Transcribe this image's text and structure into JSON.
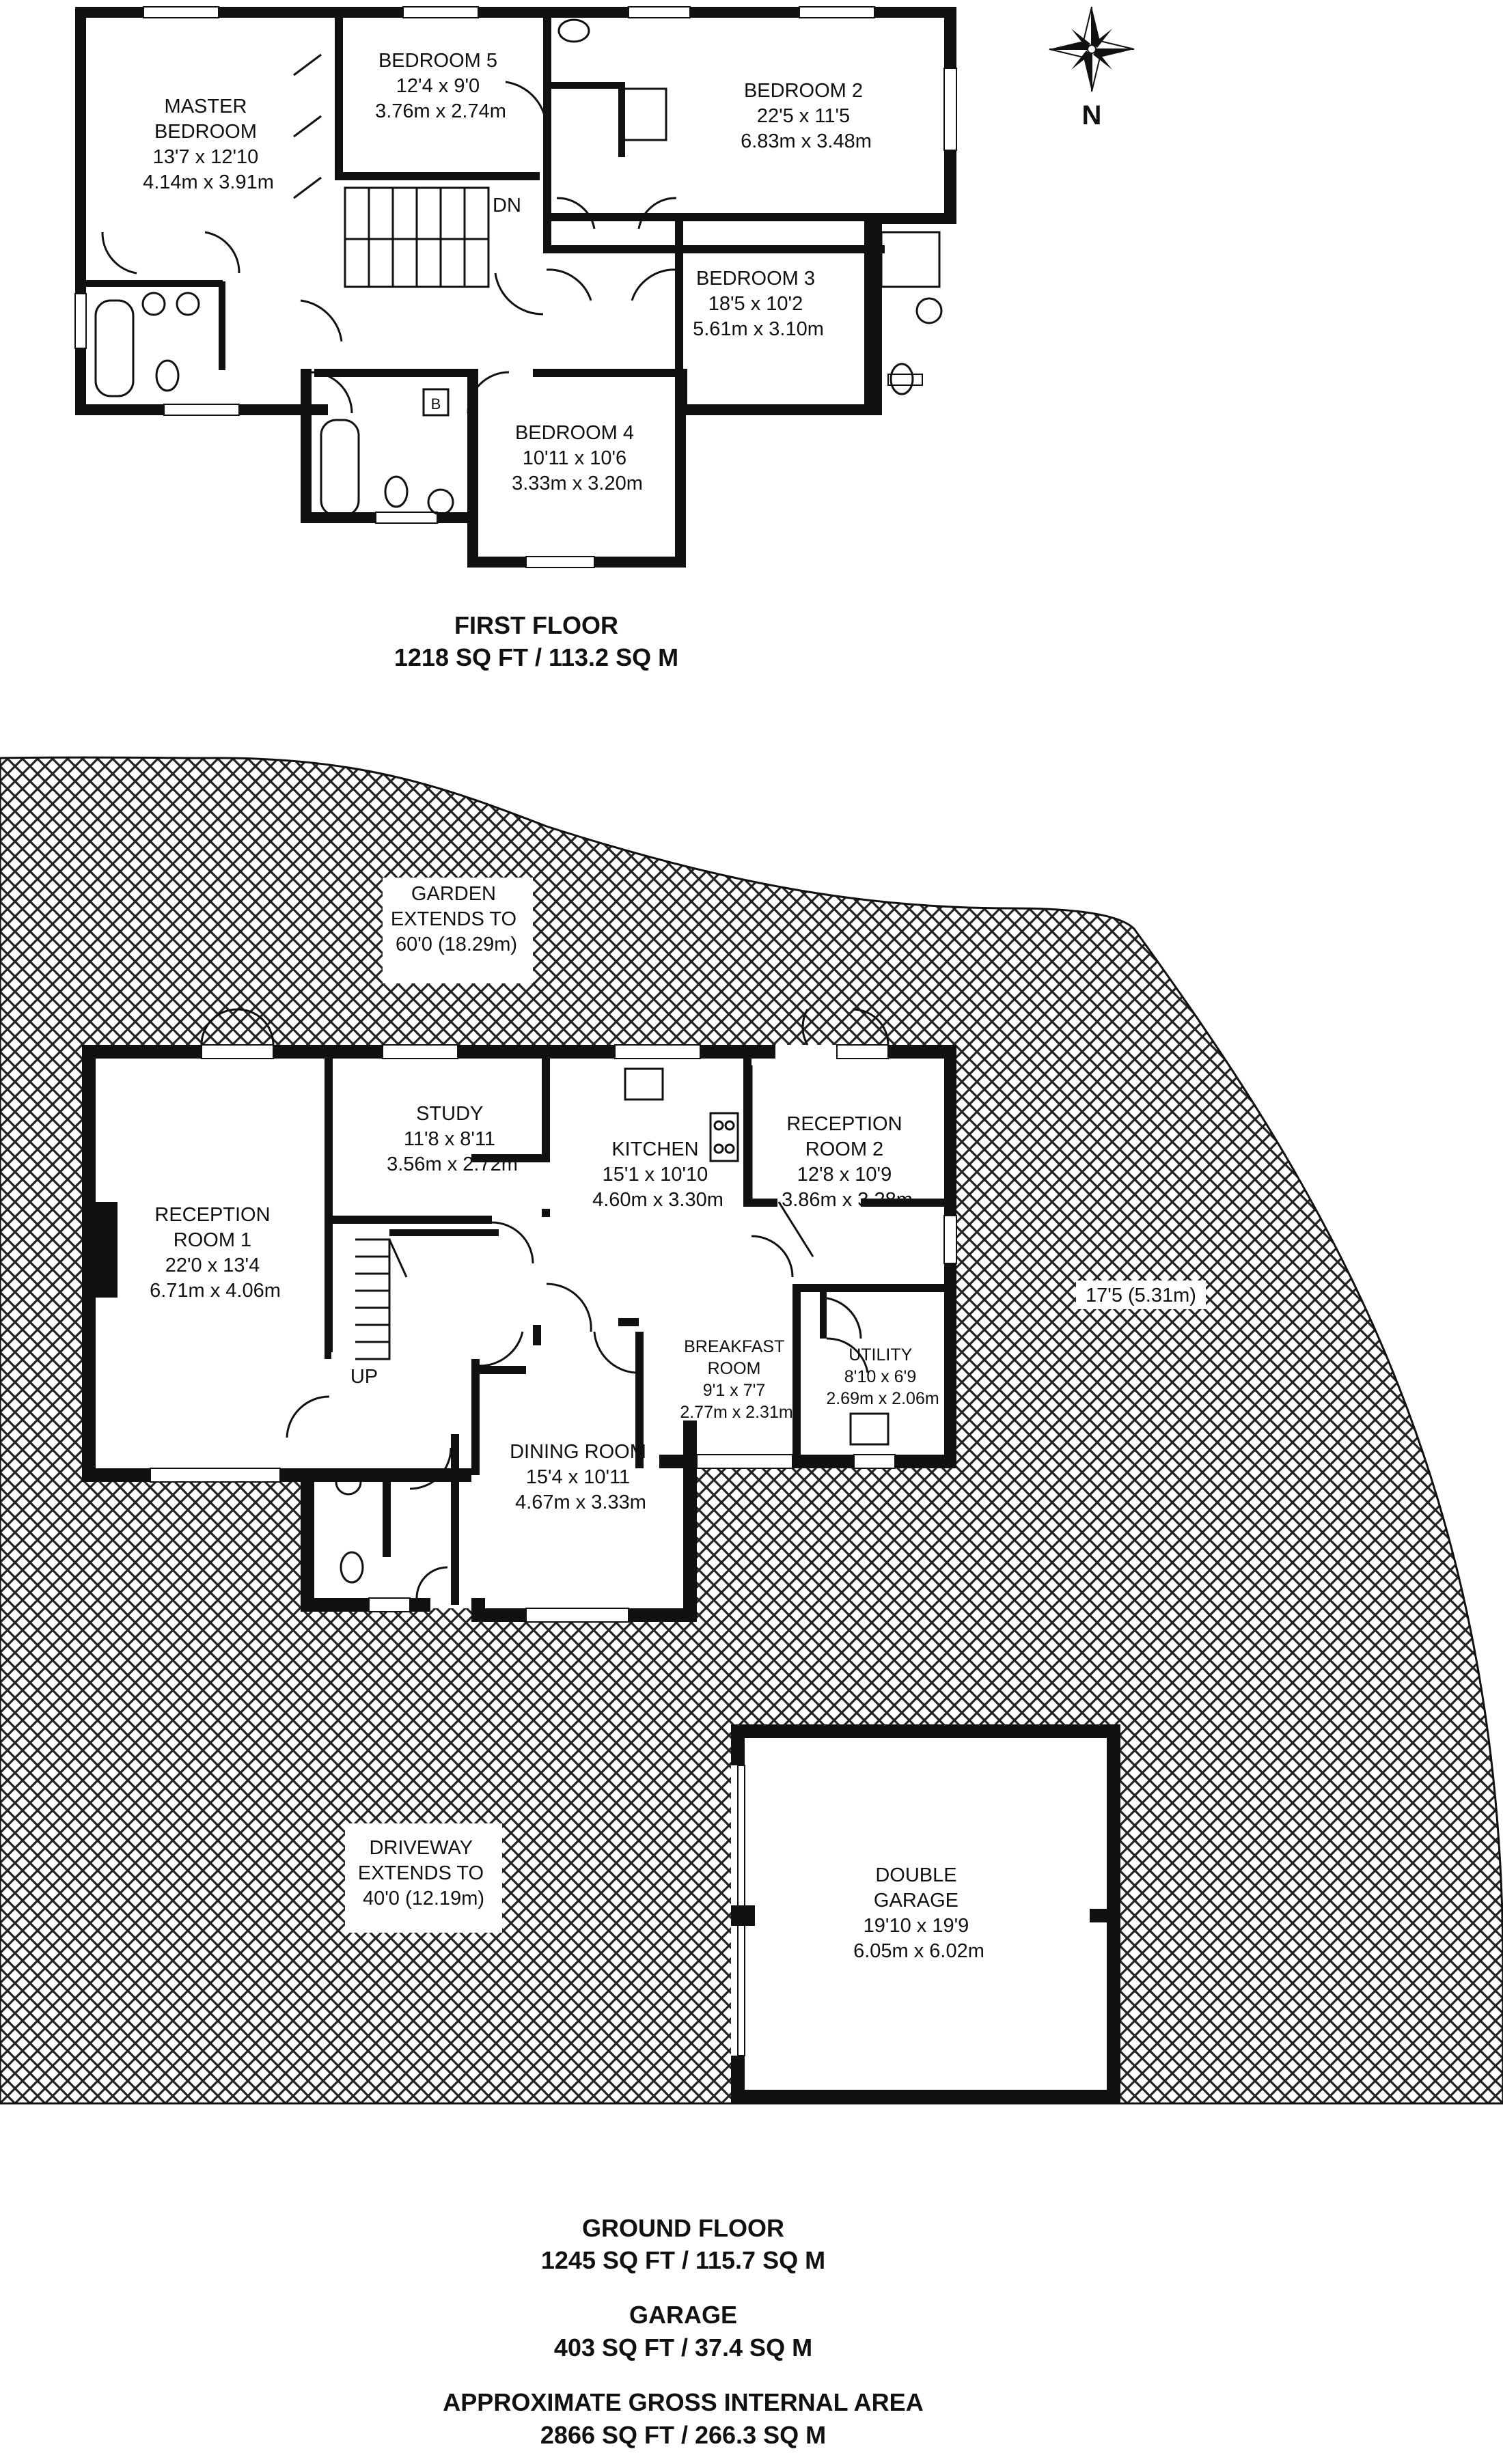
{
  "compass": {
    "label": "N"
  },
  "first_floor": {
    "rooms": [
      {
        "id": "master",
        "lines": [
          "MASTER",
          "BEDROOM",
          "13'7 x 12'10",
          "4.14m x 3.91m"
        ]
      },
      {
        "id": "bed5",
        "lines": [
          "BEDROOM 5",
          "12'4 x 9'0",
          "3.76m x 2.74m"
        ]
      },
      {
        "id": "bed2",
        "lines": [
          "BEDROOM 2",
          "22'5 x 11'5",
          "6.83m x 3.48m"
        ]
      },
      {
        "id": "bed3",
        "lines": [
          "BEDROOM 3",
          "18'5 x 10'2",
          "5.61m x 3.10m"
        ]
      },
      {
        "id": "bed4",
        "lines": [
          "BEDROOM 4",
          "10'11 x 10'6",
          "3.33m x 3.20m"
        ]
      }
    ],
    "stair_label": "DN",
    "boiler_label": "B",
    "title": "FIRST FLOOR",
    "area": "1218 SQ FT / 113.2 SQ M"
  },
  "ground_floor": {
    "rooms": [
      {
        "id": "reception1",
        "lines": [
          "RECEPTION",
          "ROOM 1",
          "22'0 x 13'4",
          "6.71m x 4.06m"
        ]
      },
      {
        "id": "study",
        "lines": [
          "STUDY",
          "11'8 x 8'11",
          "3.56m x 2.72m"
        ]
      },
      {
        "id": "kitchen",
        "lines": [
          "KITCHEN",
          "15'1 x 10'10",
          "4.60m x 3.30m"
        ]
      },
      {
        "id": "reception2",
        "lines": [
          "RECEPTION",
          "ROOM 2",
          "12'8 x 10'9",
          "3.86m x 3.28m"
        ]
      },
      {
        "id": "breakfast",
        "lines": [
          "BREAKFAST",
          "ROOM",
          "9'1 x 7'7",
          "2.77m x 2.31m"
        ]
      },
      {
        "id": "utility",
        "lines": [
          "UTILITY",
          "8'10 x 6'9",
          "2.69m x 2.06m"
        ]
      },
      {
        "id": "dining",
        "lines": [
          "DINING ROOM",
          "15'4 x 10'11",
          "4.67m x 3.33m"
        ]
      }
    ],
    "stair_label": "UP",
    "garden": {
      "lines": [
        "GARDEN",
        "EXTENDS TO",
        "60'0 (18.29m)"
      ]
    },
    "side_garden": "17'5 (5.31m)",
    "driveway": {
      "lines": [
        "DRIVEWAY",
        "EXTENDS TO",
        "40'0 (12.19m)"
      ]
    },
    "garage": {
      "lines": [
        "DOUBLE",
        "GARAGE",
        "19'10 x 19'9",
        "6.05m x 6.02m"
      ]
    },
    "title": "GROUND FLOOR",
    "area": "1245 SQ FT / 115.7 SQ M"
  },
  "garage_summary": {
    "title": "GARAGE",
    "area": "403 SQ FT / 37.4 SQ M"
  },
  "total": {
    "title": "APPROXIMATE GROSS INTERNAL AREA",
    "area": "2866 SQ FT / 266.3 SQ M"
  }
}
